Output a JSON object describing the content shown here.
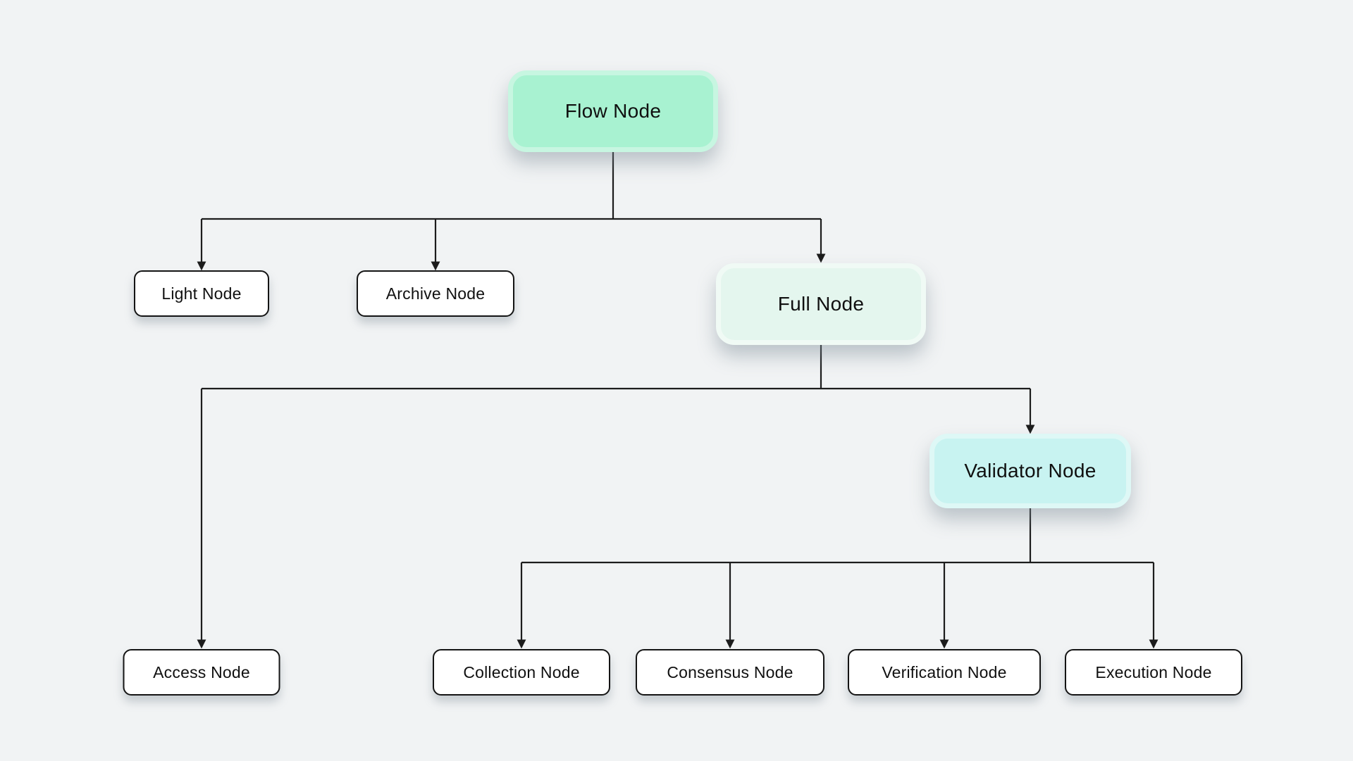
{
  "diagram": {
    "background_color": "#f1f3f4",
    "line_color": "#1c1c1c",
    "text_color": "#101010",
    "nodes": {
      "flow": {
        "label": "Flow Node",
        "fill": "#a8f2d1",
        "rim": "#c7f6e1",
        "level": 0
      },
      "light": {
        "label": "Light Node",
        "fill": "#ffffff",
        "level": 1
      },
      "archive": {
        "label": "Archive Node",
        "fill": "#ffffff",
        "level": 1
      },
      "full": {
        "label": "Full Node",
        "fill": "#e4f6ee",
        "rim": "#f0faf5",
        "level": 1
      },
      "access": {
        "label": "Access Node",
        "fill": "#ffffff",
        "level": 2
      },
      "validator": {
        "label": "Validator Node",
        "fill": "#c8f3f1",
        "rim": "#def8f6",
        "level": 2
      },
      "collection": {
        "label": "Collection Node",
        "fill": "#ffffff",
        "level": 3
      },
      "consensus": {
        "label": "Consensus Node",
        "fill": "#ffffff",
        "level": 3
      },
      "verification": {
        "label": "Verification Node",
        "fill": "#ffffff",
        "level": 3
      },
      "execution": {
        "label": "Execution Node",
        "fill": "#ffffff",
        "level": 3
      }
    },
    "edges": [
      {
        "from": "flow",
        "to": "light"
      },
      {
        "from": "flow",
        "to": "archive"
      },
      {
        "from": "flow",
        "to": "full"
      },
      {
        "from": "full",
        "to": "access"
      },
      {
        "from": "full",
        "to": "validator"
      },
      {
        "from": "validator",
        "to": "collection"
      },
      {
        "from": "validator",
        "to": "consensus"
      },
      {
        "from": "validator",
        "to": "verification"
      },
      {
        "from": "validator",
        "to": "execution"
      }
    ]
  }
}
